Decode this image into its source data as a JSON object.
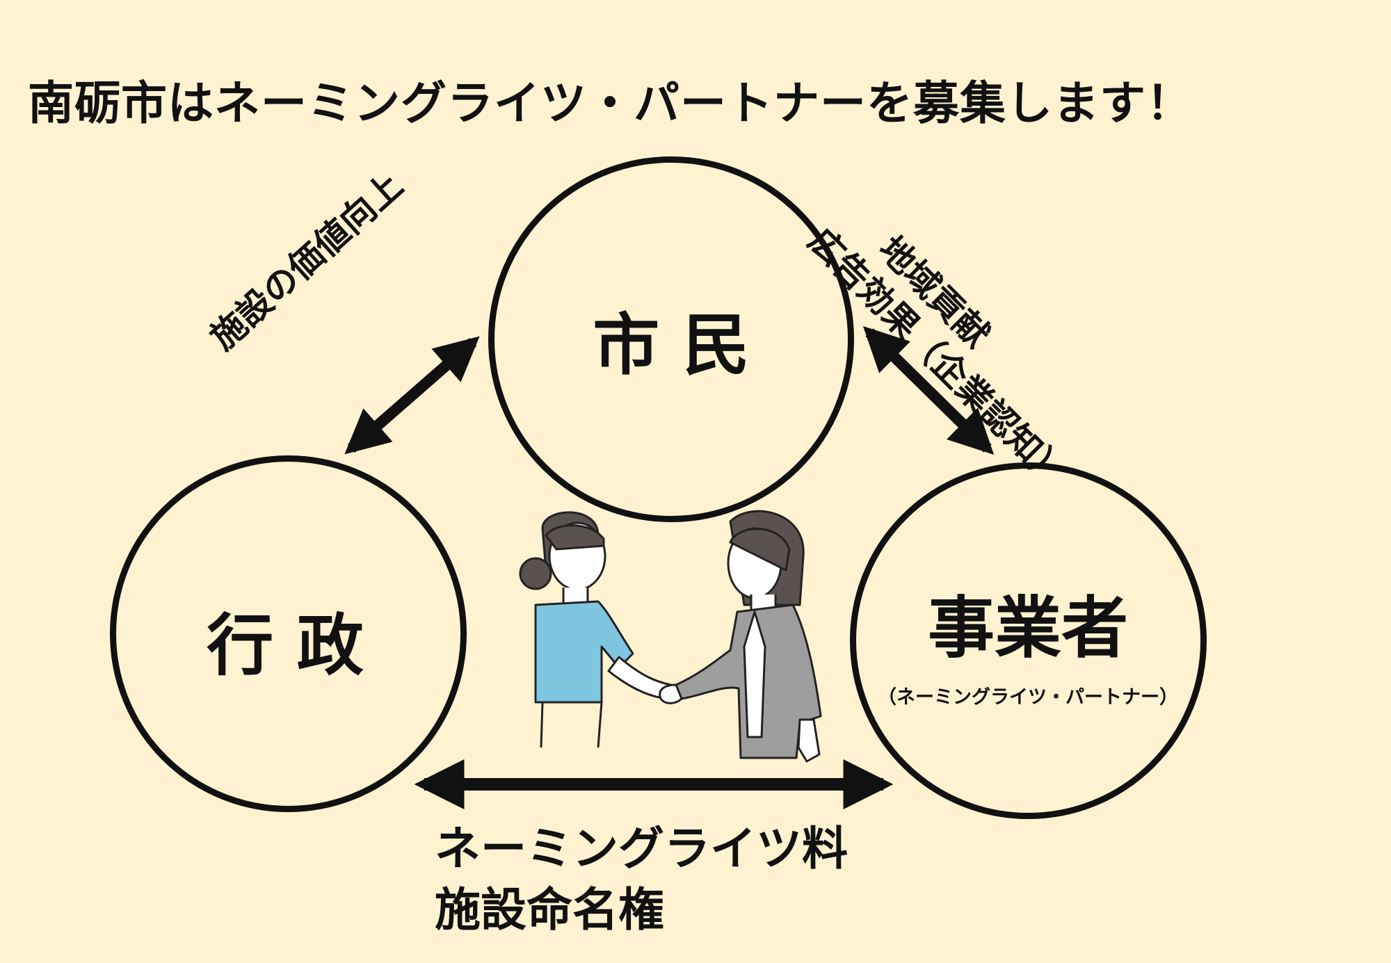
{
  "title": "南砺市はネーミングライツ・パートナーを募集します！",
  "nodes": {
    "citizens": "市 民",
    "government": "行 政",
    "business": "事業者",
    "business_sub": "（ネーミングライツ・パートナー）"
  },
  "relations": {
    "gov_citizens": "施設の価値向上",
    "citizens_business": [
      "地域貢献",
      "広告効果（企業認知）"
    ],
    "gov_business": [
      "ネーミングライツ料",
      "施設命名権"
    ]
  },
  "colors": {
    "background": "#fff2d1",
    "stroke": "#111111",
    "shirt_left": "#7ec6e0",
    "jacket_right": "#9e9e9e",
    "hair": "#5a5250"
  },
  "icons": [
    "handshake-illustration"
  ]
}
